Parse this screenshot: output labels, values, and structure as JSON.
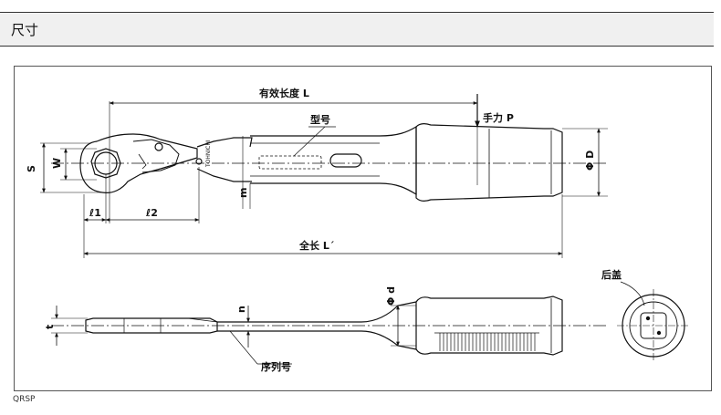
{
  "header": {
    "title": "尺寸"
  },
  "drawing": {
    "labels": {
      "effective_length": "有效长度 L",
      "hand_force": "手力 P",
      "model_number": "型号",
      "total_length": "全长 L´",
      "serial_number": "序列号",
      "rear_cap": "后盖",
      "dim_s": "S",
      "dim_w": "W",
      "dim_l1": "ℓ1",
      "dim_l2": "ℓ2",
      "dim_m": "m",
      "dim_D": "Φ D",
      "dim_d": "Φ d",
      "dim_t": "t",
      "dim_n": "n",
      "brand": "TOHNICHI"
    }
  },
  "caption": "QRSP"
}
